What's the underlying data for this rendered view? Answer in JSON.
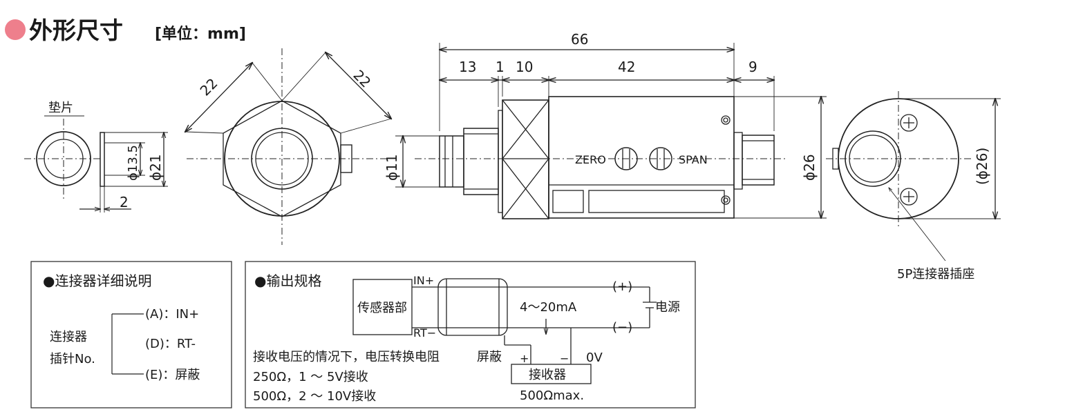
{
  "header": {
    "title": "外形尺寸",
    "unit": "[单位：mm]",
    "accent_color": "#ee7f8c"
  },
  "dims": {
    "gasket_label": "垫片",
    "gasket_inner": "ϕ13.5",
    "gasket_outer": "ϕ21",
    "gasket_thickness": "2",
    "hex_left": "22",
    "hex_right": "22",
    "total_length": "66",
    "seg_13": "13",
    "seg_1": "1",
    "seg_10": "10",
    "seg_42": "42",
    "seg_9": "9",
    "diameter_11": "ϕ11",
    "diameter_26": "ϕ26",
    "diameter_26_paren": "(ϕ26)",
    "zero_label": "ZERO",
    "span_label": "SPAN",
    "connector_socket": "5P连接器插座"
  },
  "connector_panel": {
    "title": "●连接器详细说明",
    "pin_label_line1": "连接器",
    "pin_label_line2": "插针No.",
    "pin_a": "(A)：IN+",
    "pin_d": "(D)：RT-",
    "pin_e": "(E)：屏蔽"
  },
  "output_panel": {
    "title": "●输出规格",
    "sensor": "传感器部",
    "in_plus": "IN+",
    "rt_minus": "RT−",
    "plus_terminal": "(+)",
    "minus_terminal": "(−)",
    "power": "电源",
    "current": "4～20mA",
    "shield": "屏蔽",
    "plus": "+",
    "minus": "−",
    "zero_volt": "0V",
    "receiver": "接收器",
    "max_load": "500Ωmax.",
    "note_line1": "接收电压的情况下，电压转换电阻",
    "note_line2": "250Ω，1 ～ 5V接收",
    "note_line3": "500Ω，2 ～ 10V接收"
  }
}
